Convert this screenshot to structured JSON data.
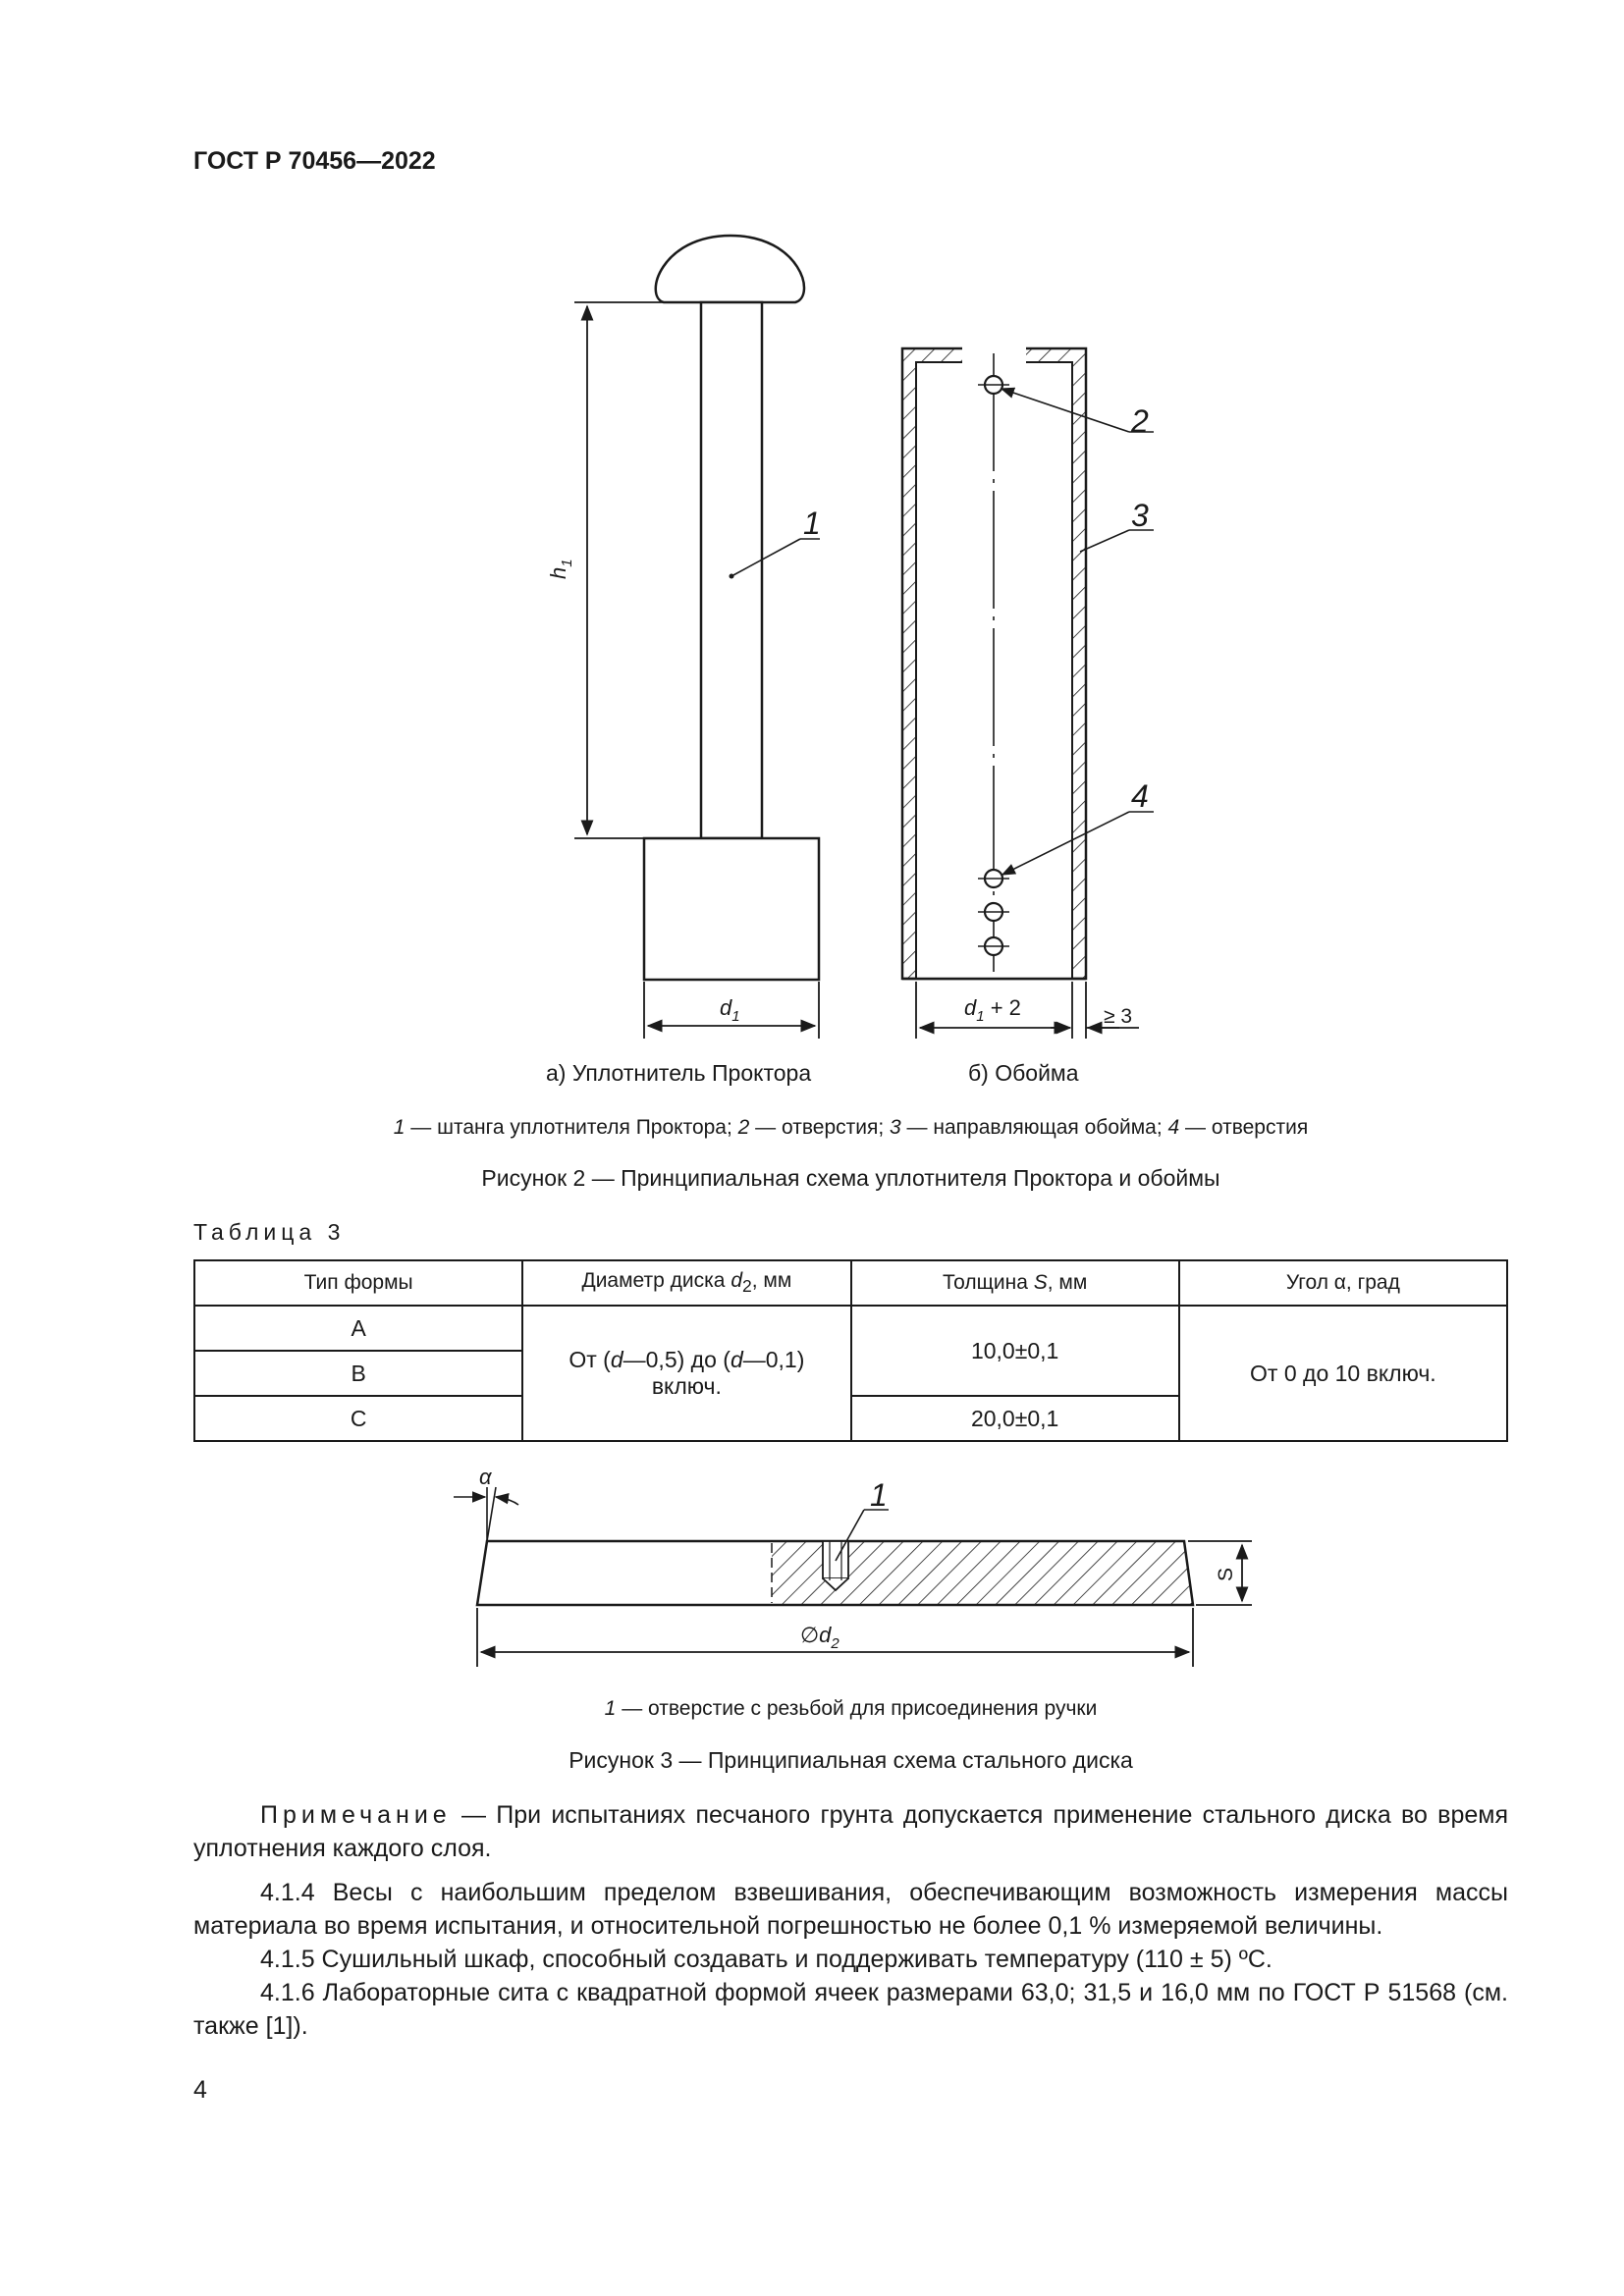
{
  "header": {
    "standard": "ГОСТ Р 70456—2022"
  },
  "figure2": {
    "callouts": [
      "1",
      "2",
      "3",
      "4"
    ],
    "dims": {
      "h1": "h",
      "h1_sub": "1",
      "d1": "d",
      "d1_sub": "1",
      "d1p2_rest": " + 2",
      "ge3": "≥ 3"
    },
    "caption_a": "а) Уплотнитель Проктора",
    "caption_b": "б) Обойма",
    "legend": {
      "n1": "1",
      "t1": " — штанга уплотнителя Проктора; ",
      "n2": "2",
      "t2": " — отверстия; ",
      "n3": "3",
      "t3": " — направляющая обойма; ",
      "n4": "4",
      "t4": " — отверстия"
    },
    "title": "Рисунок 2 — Принципиальная схема уплотнителя Проктора и обоймы"
  },
  "table3": {
    "label": "Таблица 3",
    "headers": {
      "type": "Тип формы",
      "diam_pre": "Диаметр диска ",
      "diam_d": "d",
      "diam_sub": "2",
      "diam_post": ", мм",
      "thick_pre": "Толщина ",
      "thick_s": "S",
      "thick_post": ", мм",
      "angle": "Угол α, град"
    },
    "types": [
      "А",
      "В",
      "С"
    ],
    "diameter": {
      "p1": "От (",
      "d1": "d",
      "p2": "—0,5) до (",
      "d2": "d",
      "p3": "—0,1)",
      "p4": "включ."
    },
    "thickness_ab": "10,0±0,1",
    "thickness_c": "20,0±0,1",
    "angle_value": "От 0 до 10 включ."
  },
  "figure3": {
    "callout": "1",
    "alpha": "α",
    "s": "S",
    "d2_pre": "∅d",
    "d2_sub": "2",
    "legend": {
      "n1": "1",
      "t1": " — отверстие с резьбой для присоединения ручки"
    },
    "title": "Рисунок 3 — Принципиальная схема стального диска"
  },
  "note": {
    "label": "Примечание",
    "text": " — При испытаниях песчаного грунта допускается применение стального диска во время уплотнения каждого слоя."
  },
  "paragraphs": [
    "4.1.4 Весы с наибольшим пределом взвешивания, обеспечивающим возможность измерения массы материала во время испытания, и относительной погрешностью не более 0,1 % измеряемой величины.",
    "4.1.5 Сушильный шкаф, способный создавать и поддерживать температуру (110 ± 5) ºС.",
    "4.1.6 Лабораторные сита с квадратной формой ячеек размерами 63,0; 31,5 и 16,0 мм по ГОСТ Р 51568 (см. также [1])."
  ],
  "page_number": "4"
}
